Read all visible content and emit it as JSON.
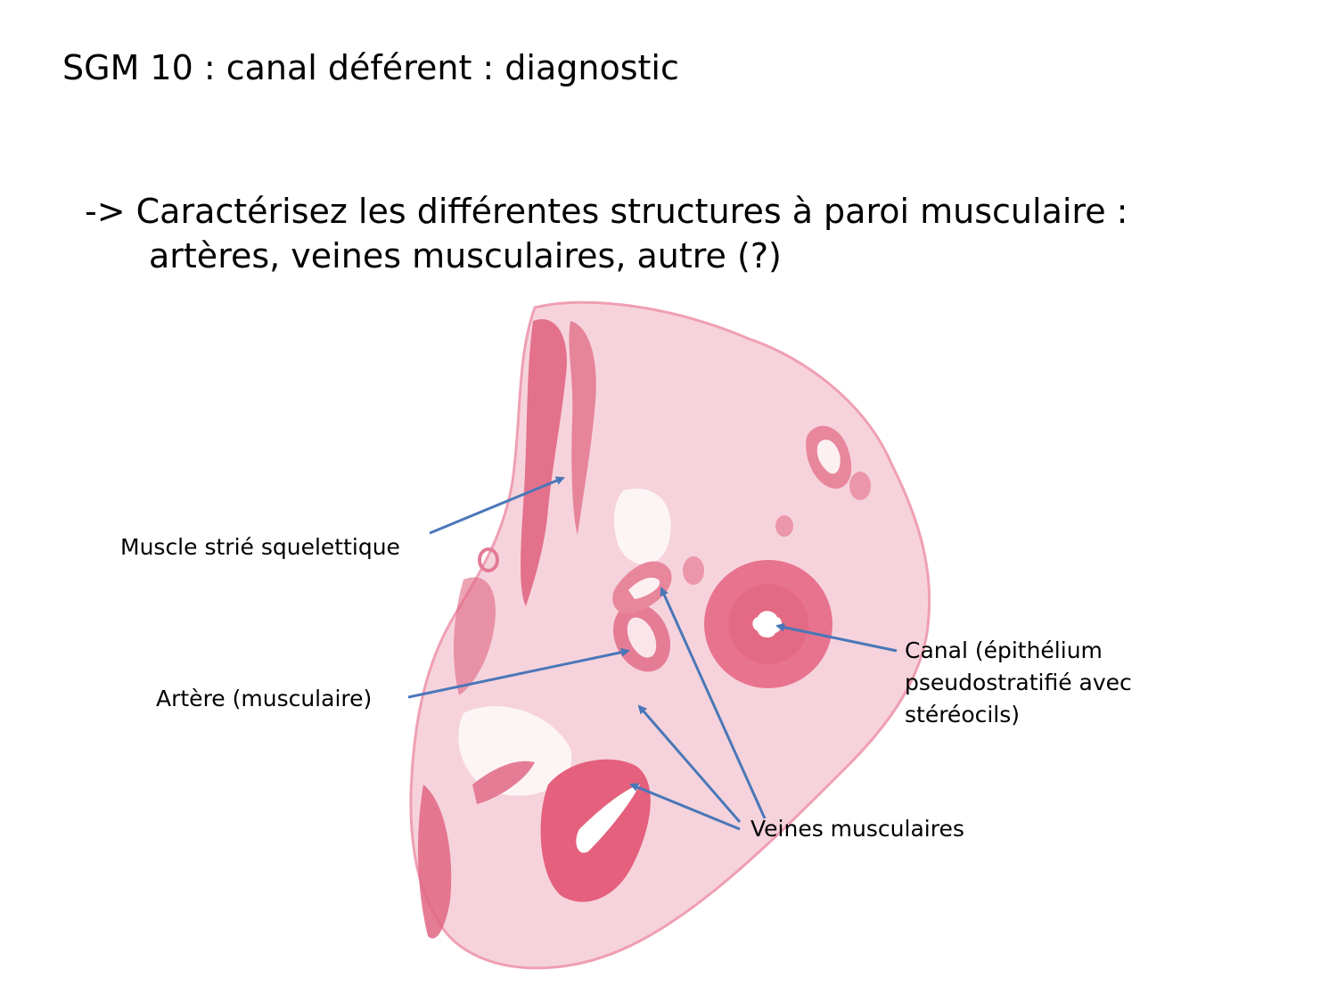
{
  "slide": {
    "title": "SGM 10 : canal déférent : diagnostic",
    "instruction_line1": "-> Caractérisez les différentes structures à paroi musculaire :",
    "instruction_line2": "artères, veines musculaires, autre (?)"
  },
  "labels": {
    "muscle": "Muscle strié squelettique",
    "artery": "Artère (musculaire)",
    "canal_line1": "Canal (épithélium",
    "canal_line2": "pseudostratifié avec",
    "canal_line3": "stéréocils)",
    "veins": "Veines musculaires"
  },
  "colors": {
    "arrow": "#4a77b8",
    "tissue_light": "#f6d3dc",
    "tissue_mid": "#ec9db1",
    "tissue_dark": "#df5f7c"
  }
}
